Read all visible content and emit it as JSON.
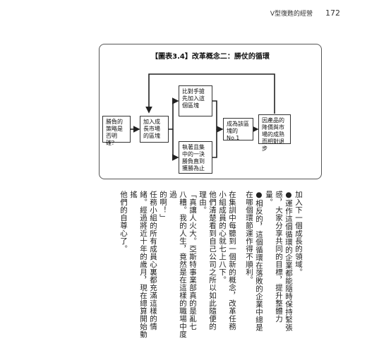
{
  "header": {
    "book_title": "V型復甦的經營",
    "page_number": "172"
  },
  "figure": {
    "title": "【圖表3.4】改革概念二：勝仗的循環",
    "nodes": {
      "strategy": "勝負的策略是否明確？",
      "join_market": "加入成長市場的區塊",
      "compete_first": "比對手搶先加入這個區塊",
      "focus": "執著且集中的一決勝負直到獲勝為止",
      "number_one": "成為該區塊的No.1",
      "cost_down": "因產品的降價與市場的成熟而相對退步"
    }
  },
  "body": {
    "col1": "加入下一個成長的領域。",
    "col2": "●運作這個循環的企業都能隨時保持緊張",
    "col3": "感，大家分享共同的目標，提升整體力",
    "col4": "量。",
    "col5": "●相反的，這個循環在落敗的企業中總是",
    "col6": "在哪個環節運作得不順利。",
    "col7": "在集訓中每聽到一個新的概念，改革任務",
    "col8": "小組成員的心就七上八下。",
    "col9": "他們清楚看到自己公司之所以如此隨便的",
    "col10": "理由。",
    "col11": "「真讓人火大。亞斯特事業部真的是亂七",
    "col12": "八糟。我的人生，竟然是在這樣的職場中度過",
    "col13": "的啊！」",
    "col14": "任務小組的所有成員心裏都充滿這樣的情",
    "col15": "緒。經過將近十年的歲月，現在總算開始動搖",
    "col16": "他們的自尊心了。"
  }
}
